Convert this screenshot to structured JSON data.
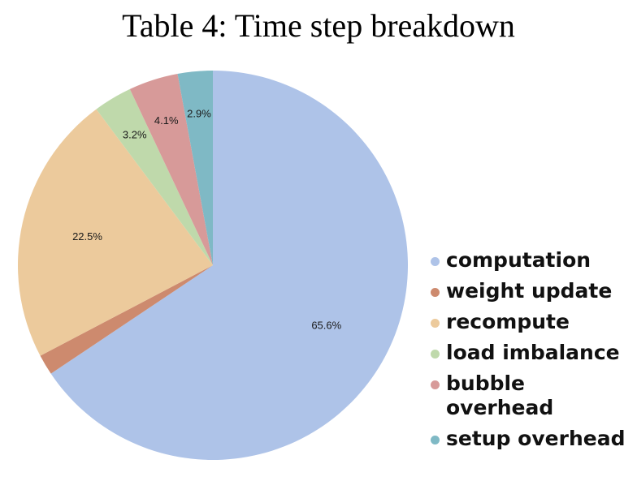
{
  "title": "Table 4: Time step breakdown",
  "chart_data": {
    "type": "pie",
    "slices": [
      {
        "label": "computation",
        "value": 65.6,
        "color": "#aec3e8",
        "data_label": "65.6%"
      },
      {
        "label": "weight update",
        "value": 1.7,
        "color": "#cd8a6e",
        "data_label": ""
      },
      {
        "label": "recompute",
        "value": 22.5,
        "color": "#ecca9c",
        "data_label": "22.5%"
      },
      {
        "label": "load imbalance",
        "value": 3.2,
        "color": "#bfd9ab",
        "data_label": "3.2%"
      },
      {
        "label": "bubble overhead",
        "value": 4.1,
        "color": "#d79a99",
        "data_label": "4.1%"
      },
      {
        "label": "setup overhead",
        "value": 2.9,
        "color": "#7fb9c5",
        "data_label": "2.9%"
      }
    ],
    "start": "top",
    "direction": "clockwise",
    "legend_position": "right"
  }
}
